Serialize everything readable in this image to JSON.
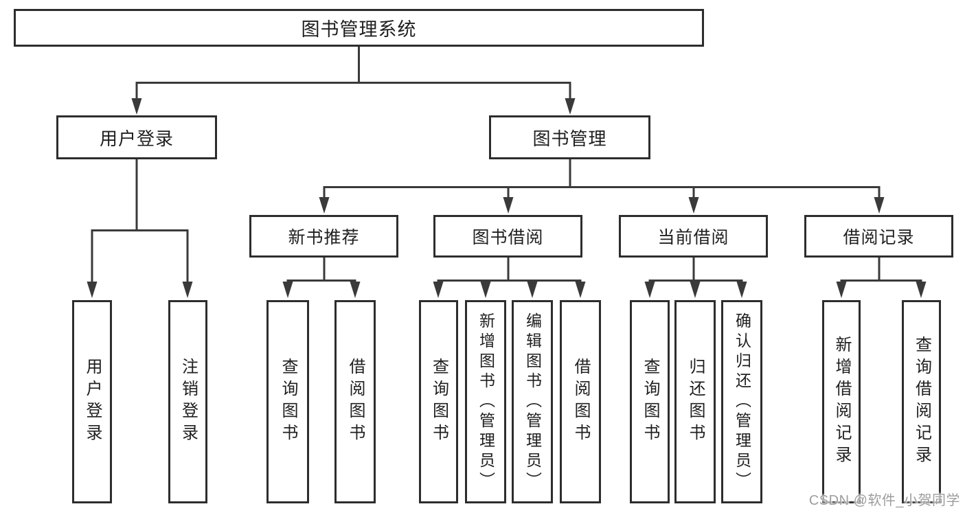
{
  "colors": {
    "line": "#3a3a3a",
    "box_border": "#2d2d2d",
    "text": "#1f1f1f",
    "watermark_text": "#9d9d9d",
    "background": "#ffffff"
  },
  "watermark": "CSDN @软件_小贺同学",
  "tree": {
    "label": "图书管理系统",
    "children": [
      {
        "label": "用户登录",
        "children": [
          {
            "label": "用户登录"
          },
          {
            "label": "注销登录"
          }
        ]
      },
      {
        "label": "图书管理",
        "children": [
          {
            "label": "新书推荐",
            "children": [
              {
                "label": "查询图书"
              },
              {
                "label": "借阅图书"
              }
            ]
          },
          {
            "label": "图书借阅",
            "children": [
              {
                "label": "查询图书"
              },
              {
                "label": "新增图书（管理员）"
              },
              {
                "label": "编辑图书（管理员）"
              },
              {
                "label": "借阅图书"
              }
            ]
          },
          {
            "label": "当前借阅",
            "children": [
              {
                "label": "查询图书"
              },
              {
                "label": "归还图书"
              },
              {
                "label": "确认归还（管理员）"
              }
            ]
          },
          {
            "label": "借阅记录",
            "children": [
              {
                "label": "新增借阅记录"
              },
              {
                "label": "查询借阅记录"
              }
            ]
          }
        ]
      }
    ]
  }
}
